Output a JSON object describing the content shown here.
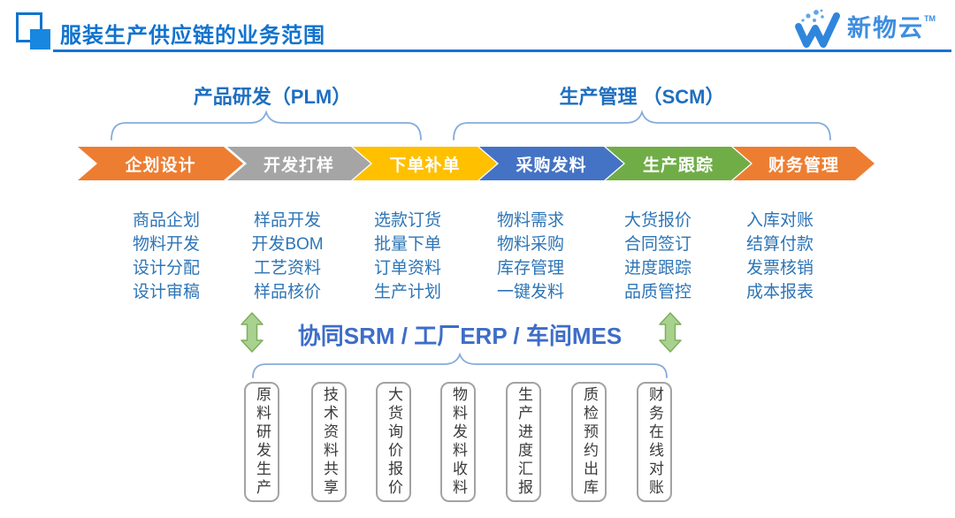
{
  "header": {
    "title": "服装生产供应链的业务范围",
    "logo_text": "新物云",
    "logo_tm": "TM"
  },
  "sections": {
    "plm_label": "产品研发（PLM）",
    "scm_label": "生产管理 （SCM）"
  },
  "flow_steps": [
    {
      "label": "企划设计",
      "color": "#ED7D31",
      "items": [
        "商品企划",
        "物料开发",
        "设计分配",
        "设计审稿"
      ]
    },
    {
      "label": "开发打样",
      "color": "#A5A5A5",
      "items": [
        "样品开发",
        "开发BOM",
        "工艺资料",
        "样品核价"
      ]
    },
    {
      "label": "下单补单",
      "color": "#FFC000",
      "items": [
        "选款订货",
        "批量下单",
        "订单资料",
        "生产计划"
      ]
    },
    {
      "label": "采购发料",
      "color": "#4472C4",
      "items": [
        "物料需求",
        "物料采购",
        "库存管理",
        "一键发料"
      ]
    },
    {
      "label": "生产跟踪",
      "color": "#70AD47",
      "items": [
        "大货报价",
        "合同签订",
        "进度跟踪",
        "品质管控"
      ]
    },
    {
      "label": "财务管理",
      "color": "#ED7D31",
      "items": [
        "入库对账",
        "结算付款",
        "发票核销",
        "成本报表"
      ]
    }
  ],
  "middle": {
    "collaboration_label": "协同SRM / 工厂ERP / 车间MES"
  },
  "bottom_boxes": [
    "原料研发生产",
    "技术资料共享",
    "大货询价报价",
    "物料发料收料",
    "生产进度汇报",
    "质检预约出库",
    "财务在线对账"
  ],
  "colors": {
    "title_blue": "#1173CE",
    "section_label_blue": "#1E6FC0",
    "list_text_blue": "#2E75B6",
    "collab_text_blue": "#3D6DC8",
    "brace_blue": "#85ABDA",
    "arrow_text": "#FFFFFF",
    "green_arrow_fill": "#A9D18E",
    "green_arrow_stroke": "#7CAF5C",
    "box_border_gray": "#A3A3A3",
    "box_text_gray": "#3B3B3B",
    "logo_blue": "#3E8EE0"
  }
}
